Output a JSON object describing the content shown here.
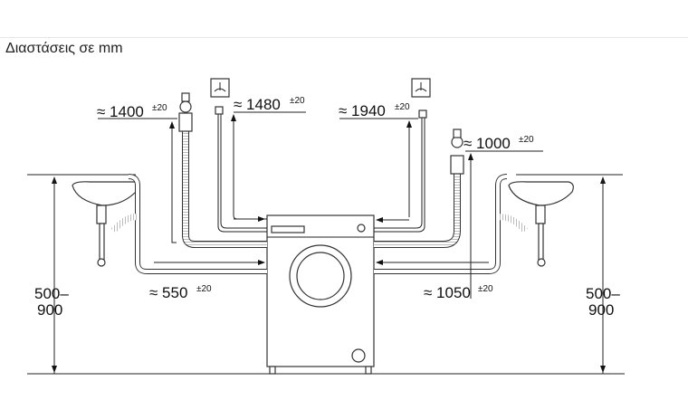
{
  "title": "Διαστάσεις σε mm",
  "dimensions": {
    "inlet_left": {
      "value": "≈ 1400",
      "tol": "±20"
    },
    "power_left": {
      "value": "≈ 1480",
      "tol": "±20"
    },
    "power_right": {
      "value": "≈ 1940",
      "tol": "±20"
    },
    "inlet_right": {
      "value": "≈ 1000",
      "tol": "±20"
    },
    "drain_left": {
      "value": "≈ 550",
      "tol": "±20"
    },
    "drain_right": {
      "value": "≈ 1050",
      "tol": "±20"
    },
    "height_left": {
      "line1": "500–",
      "line2": "900"
    },
    "height_right": {
      "line1": "500–",
      "line2": "900"
    }
  }
}
